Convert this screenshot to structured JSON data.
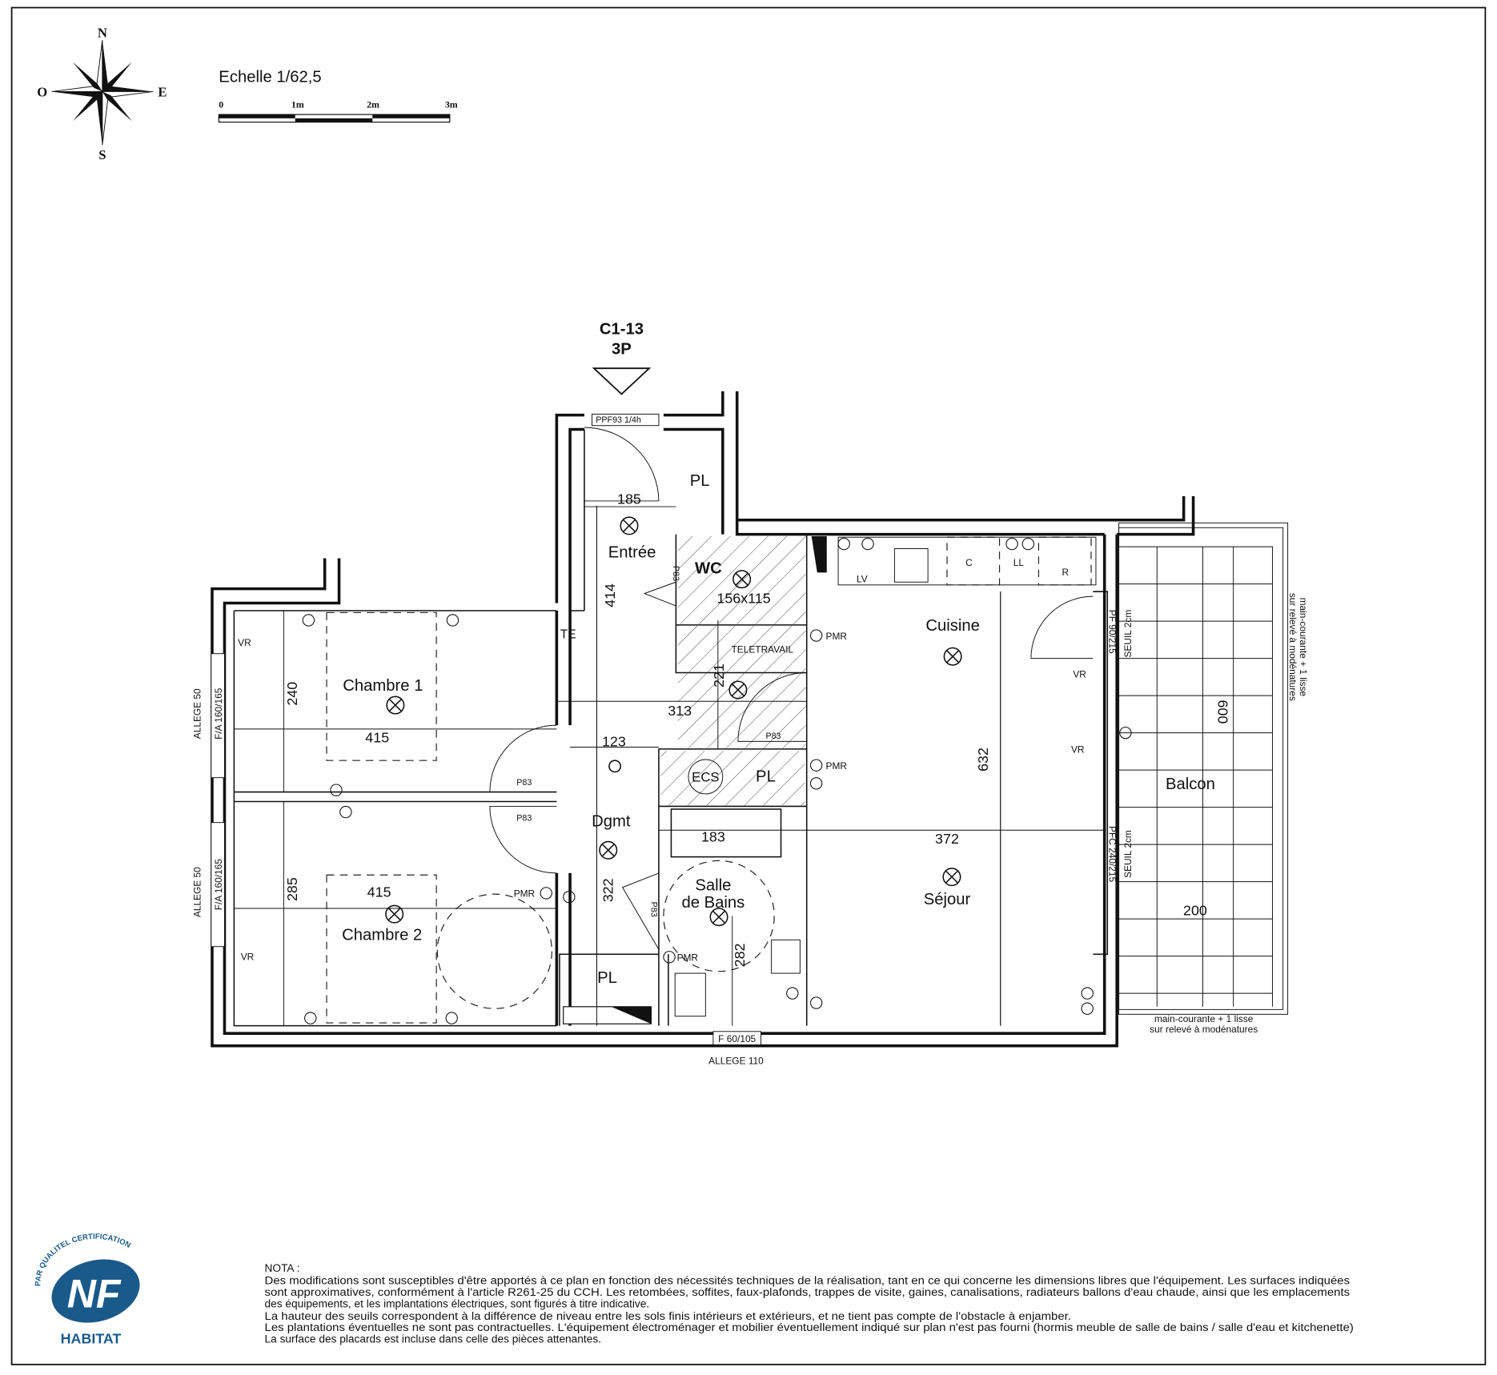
{
  "compass": {
    "n": "N",
    "s": "S",
    "e": "E",
    "o": "O"
  },
  "scale": {
    "title": "Echelle 1/62,5",
    "ticks": [
      "0",
      "1m",
      "2m",
      "3m"
    ]
  },
  "unit": {
    "code": "C1-13",
    "type": "3P"
  },
  "rooms": {
    "entree": "Entrée",
    "wc": "WC",
    "chambre1": "Chambre 1",
    "chambre2": "Chambre 2",
    "dgmt": "Dgmt",
    "salle_de_bains_1": "Salle",
    "salle_de_bains_2": "de Bains",
    "cuisine": "Cuisine",
    "sejour": "Séjour",
    "balcon": "Balcon",
    "teletravail": "TELETRAVAIL",
    "ecs": "ECS",
    "pl": "PL",
    "te": "TE"
  },
  "dimensions": {
    "entree_w": "185",
    "entree_h": "414",
    "wc": "156x115",
    "tele_h": "221",
    "dgmt_w": "313",
    "dgmt_w2": "123",
    "ch1_h": "240",
    "ch1_w": "415",
    "ch2_w": "415",
    "ch2_h": "285",
    "dgmt_h": "322",
    "sdb_w": "183",
    "sdb_h": "282",
    "sejour_h": "632",
    "sejour_w": "372",
    "balcon_h": "600",
    "balcon_w": "200"
  },
  "annotations": {
    "ppf": "PPF93 1/4h",
    "p83": "P83",
    "pmr": "PMR",
    "vr": "VR",
    "fa": "F/A 160/165",
    "allege50": "ALLEGE 50",
    "allege110": "ALLEGE 110",
    "f60": "F 60/105",
    "pf90": "PF 90/215",
    "pfc240": "PFC 240/215",
    "seuil": "SEUIL 2cm",
    "lv": "LV",
    "c": "C",
    "ll": "LL",
    "r": "R",
    "main_courante_1": "main-courante + 1 lisse",
    "main_courante_2": "sur relevé à modénatures"
  },
  "logo": {
    "top": "PAR QUALITEL CERTIFICATION",
    "mark": "NF",
    "bottom": "HABITAT",
    "color": "#1a5a8a"
  },
  "nota": {
    "title": "NOTA :",
    "lines": [
      "Des modifications sont susceptibles d'être apportés à ce plan en fonction des nécessités techniques de la réalisation, tant en ce qui concerne les dimensions libres que l'équipement. Les surfaces indiquées",
      "sont approximatives, conformément à l'article R261-25 du CCH. Les retombées, soffites, faux-plafonds, trappes de visite, gaines, canalisations, radiateurs ballons d'eau chaude, ainsi que les emplacements",
      "des équipements, et les implantations électriques, sont figurés à titre indicative.",
      "La hauteur des seuils correspondent à la différence de niveau entre les sols finis intérieurs et extérieurs, et ne tient pas compte de l'obstacle à enjamber.",
      "Les plantations éventuelles ne sont pas contractuelles. L'équipement électroménager et mobilier éventuellement indiqué sur plan n'est pas fourni (hormis meuble de salle de bains / salle d'eau et kitchenette)",
      "La surface des placards est incluse dans celle des pièces attenantes."
    ]
  }
}
